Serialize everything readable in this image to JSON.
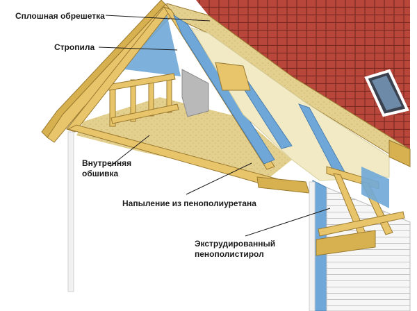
{
  "labels": {
    "solid_sheathing": "Сплошная обрешетка",
    "rafters": "Стропила",
    "inner_lining_line1": "Внутренняя",
    "inner_lining_line2": "обшивка",
    "pu_foam": "Напыление из пенополиуретана",
    "xps_line1": "Экструдированный",
    "xps_line2": "пенополистирол"
  },
  "colors": {
    "roof_tile": "#b8463a",
    "roof_tile_line": "#7a2a22",
    "osb": "#e3cf8e",
    "timber": "#e8c56a",
    "timber_edge": "#9a7a30",
    "insulation_blue": "#6fa8d8",
    "pu_foam": "#f1eac4",
    "wall": "#ffffff",
    "siding_line": "#bdbdbd",
    "leader": "#1a1a1a"
  }
}
